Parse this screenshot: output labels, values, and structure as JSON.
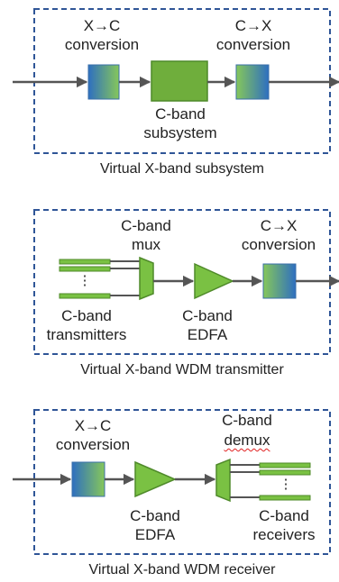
{
  "colors": {
    "frame": "#2f5597",
    "arrow": "#555555",
    "green": "#7ac143",
    "green_dark": "#4f8a2a",
    "blue": "#2e75b6",
    "spellcheck": "#e02020"
  },
  "panel1": {
    "in_conv": [
      "X→C",
      "conversion"
    ],
    "out_conv": [
      "C→X",
      "conversion"
    ],
    "subsystem": [
      "C-band",
      "subsystem"
    ],
    "caption": "Virtual X-band subsystem"
  },
  "panel2": {
    "mux": [
      "C-band",
      "mux"
    ],
    "conv": [
      "C→X",
      "conversion"
    ],
    "transmitters": [
      "C-band",
      "transmitters"
    ],
    "edfa": [
      "C-band",
      "EDFA"
    ],
    "dots": "⋮",
    "caption": "Virtual X-band WDM transmitter"
  },
  "panel3": {
    "conv": [
      "X→C",
      "conversion"
    ],
    "demux": [
      "C-band",
      "demux"
    ],
    "edfa": [
      "C-band",
      "EDFA"
    ],
    "receivers": [
      "C-band",
      "receivers"
    ],
    "dots": "⋮",
    "caption": "Virtual X-band WDM receiver"
  }
}
